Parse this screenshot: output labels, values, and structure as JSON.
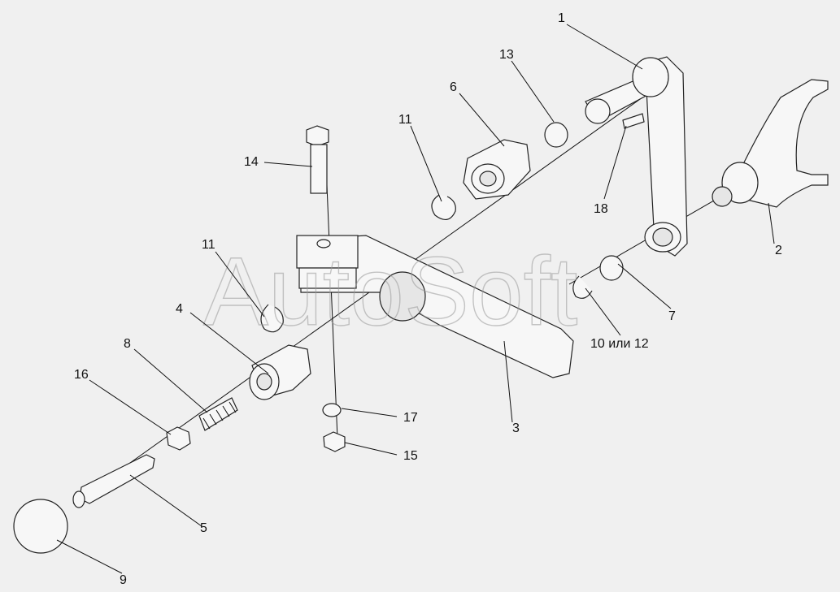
{
  "watermark": "AutoSoft",
  "callouts": {
    "c1": "1",
    "c2": "2",
    "c3": "3",
    "c4": "4",
    "c5": "5",
    "c6": "6",
    "c7": "7",
    "c8": "8",
    "c9": "9",
    "c10": "10 или 12",
    "c11a": "11",
    "c11b": "11",
    "c13": "13",
    "c14": "14",
    "c15": "15",
    "c16": "16",
    "c17": "17",
    "c18": "18"
  }
}
